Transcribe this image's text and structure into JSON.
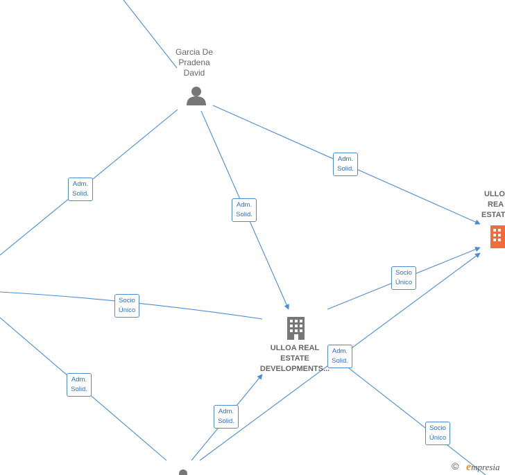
{
  "nodes": {
    "garcia": {
      "label_lines": [
        "Garcia De",
        "Pradena",
        "David"
      ]
    },
    "ulloa_developments": {
      "label_lines": [
        "ULLOA REAL",
        "ESTATE",
        "DEVELOPMENTS..."
      ]
    },
    "ulloa_right": {
      "label_lines": [
        "ULLO",
        "REA",
        "ESTAT"
      ]
    }
  },
  "edge_labels": [
    {
      "lines": [
        "Adm.",
        "Solid."
      ]
    },
    {
      "lines": [
        "Adm.",
        "Solid."
      ]
    },
    {
      "lines": [
        "Adm.",
        "Solid."
      ]
    },
    {
      "lines": [
        "Socio",
        "Único"
      ]
    },
    {
      "lines": [
        "Socio",
        "Único"
      ]
    },
    {
      "lines": [
        "Adm.",
        "Solid."
      ]
    },
    {
      "lines": [
        "Adm.",
        "Solid."
      ]
    },
    {
      "lines": [
        "Adm.",
        "Solid."
      ]
    },
    {
      "lines": [
        "Socio",
        "Único"
      ]
    }
  ],
  "footer": {
    "copyright_symbol": "©",
    "brand_initial": "e",
    "brand_rest": "mpresia"
  },
  "colors": {
    "edge": "#4a8bd6",
    "person_icon": "#777777",
    "company_icon": "#777777",
    "company_highlight": "#f26b3a"
  }
}
